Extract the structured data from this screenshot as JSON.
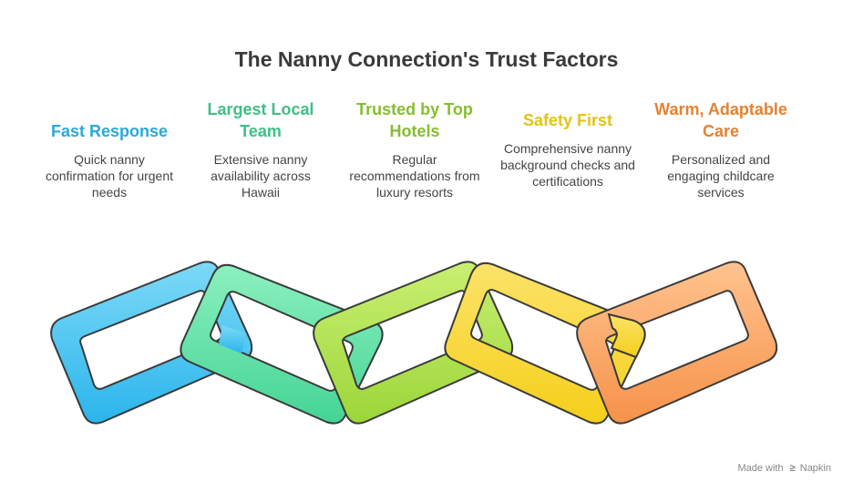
{
  "title": "The Nanny Connection's Trust Factors",
  "factors": [
    {
      "name": "Fast Response",
      "description": "Quick nanny confirmation for urgent needs",
      "color": "#29A9D9"
    },
    {
      "name": "Largest Local Team",
      "description": "Extensive nanny availability across Hawaii",
      "color": "#3FBF86"
    },
    {
      "name": "Trusted by Top Hotels",
      "description": "Regular recommendations from luxury resorts",
      "color": "#86BE2E"
    },
    {
      "name": "Safety First",
      "description": "Comprehensive nanny background checks and certifications",
      "color": "#E2C414"
    },
    {
      "name": "Warm, Adaptable Care",
      "description": "Personalized and engaging childcare services",
      "color": "#E8812F"
    }
  ],
  "links": [
    {
      "name": "fast-response",
      "light": "#7DD9F7",
      "dark": "#2BB5EC"
    },
    {
      "name": "largest-local-team",
      "light": "#8CF0BE",
      "dark": "#44D495"
    },
    {
      "name": "trusted-by-top-hotels",
      "light": "#C9EF72",
      "dark": "#9CD63A"
    },
    {
      "name": "safety-first",
      "light": "#FBE36A",
      "dark": "#F5CF1A"
    },
    {
      "name": "warm-adaptable-care",
      "light": "#FFC38F",
      "dark": "#F6924A"
    }
  ],
  "footer": {
    "made_with": "Made with",
    "brand": "Napkin"
  }
}
